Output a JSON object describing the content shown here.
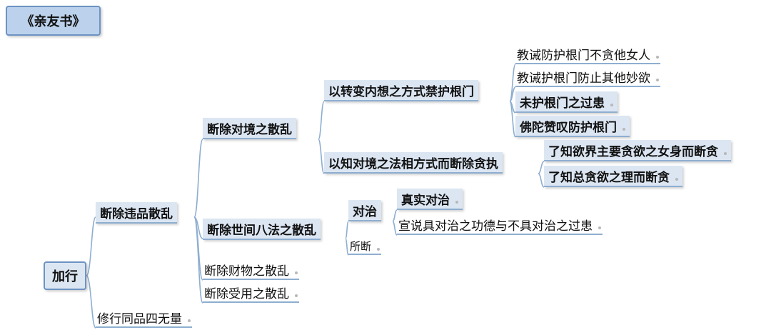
{
  "title": "《亲友书》",
  "main_topic": "加行",
  "nodes": {
    "n1": "断除违品散乱",
    "n1a": "断除对境之散乱",
    "n1a1": "以转变内想之方式禁护根门",
    "n1a1a": "教诫防护根门不贪他女人",
    "n1a1b": "教诫护根门防止其他妙欲",
    "n1a1c": "未护根门之过患",
    "n1a1d": "佛陀赞叹防护根门",
    "n1a2": "以知对境之法相方式而断除贪执",
    "n1a2a": "了知欲界主要贪欲之女身而断贪",
    "n1a2b": "了知总贪欲之理而断贪",
    "n1b": "断除世间八法之散乱",
    "n1b1": "对治",
    "n1b1a": "真实对治",
    "n1b1b": "宣说具对治之功德与不具对治之过患",
    "n1b2": "所断",
    "n1c": "断除财物之散乱",
    "n1d": "断除受用之散乱",
    "n2": "修行同品四无量"
  },
  "colors": {
    "line": "#8eaed0",
    "box_fill": "#dce6f3",
    "root_fill": "#bcd2ec",
    "border": "#6d93c4"
  }
}
